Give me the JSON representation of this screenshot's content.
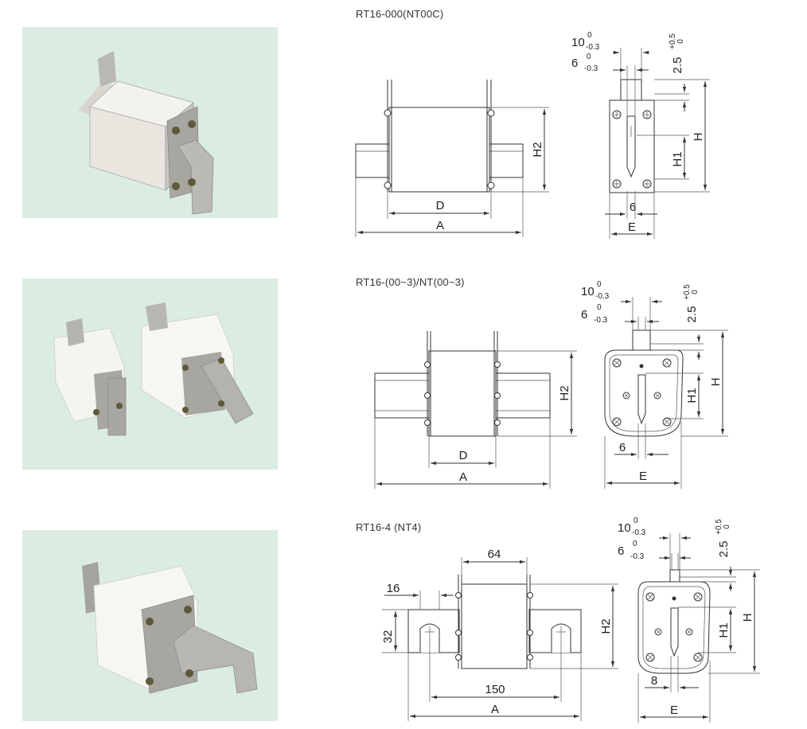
{
  "rows": [
    {
      "title": "RT16-000(NT00C)",
      "photo": "fuse-nt00c-photo",
      "front": {
        "D": "D",
        "A": "A",
        "H2": "H2"
      },
      "side": {
        "ten": "10",
        "ten_up": "0",
        "ten_dn": "-0.3",
        "six": "6",
        "six_up": "0",
        "six_dn": "-0.3",
        "tol": "2.5",
        "tol_up": "+0.5",
        "tol_dn": "0",
        "H": "H",
        "H1": "H1",
        "w": "6",
        "E": "E"
      }
    },
    {
      "title": "RT16-(00~3)/NT(00~3)",
      "photo": "fuse-nt00-3-photo",
      "front": {
        "D": "D",
        "A": "A",
        "H2": "H2"
      },
      "side": {
        "ten": "10",
        "ten_up": "0",
        "ten_dn": "-0.3",
        "six": "6",
        "six_up": "0",
        "six_dn": "-0.3",
        "tol": "2.5",
        "tol_up": "+0.5",
        "tol_dn": "0",
        "H": "H",
        "H1": "H1",
        "w": "6",
        "E": "E"
      }
    },
    {
      "title": "RT16-4 (NT4)",
      "photo": "fuse-nt4-photo",
      "front": {
        "top": "64",
        "left": "16",
        "height": "32",
        "span": "150",
        "A": "A",
        "H2": "H2"
      },
      "side": {
        "ten": "10",
        "ten_up": "0",
        "ten_dn": "-0.3",
        "six": "6",
        "six_up": "0",
        "six_dn": "-0.3",
        "tol": "2.5",
        "tol_up": "+0.5",
        "tol_dn": "0",
        "H": "H",
        "H1": "H1",
        "w": "8",
        "E": "E"
      }
    }
  ],
  "colors": {
    "photo_bg": "#dbece3",
    "ceramic": "#f2f2ee",
    "metal": "#9a9a98"
  }
}
